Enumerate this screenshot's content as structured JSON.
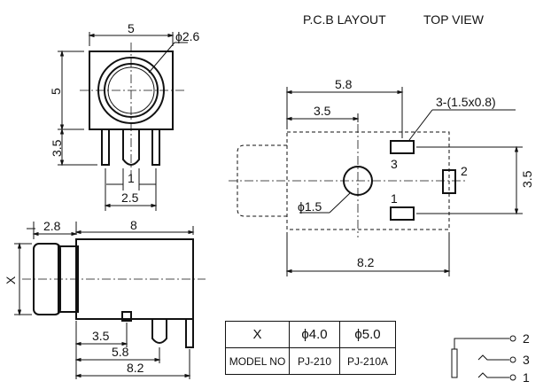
{
  "header": {
    "title": "P.C.B LAYOUT",
    "view": "TOP VIEW"
  },
  "front_view": {
    "width": "5",
    "hole_dia": "ϕ2.6",
    "height": "5",
    "pin_height": "3.5",
    "pin_w": "1",
    "pin_spacing": "2.5"
  },
  "side_view": {
    "x_label": "X",
    "nose": "2.8",
    "body_len": "8",
    "pin_offset": "3.5",
    "pin2": "5.8",
    "total": "8.2"
  },
  "pcb_layout": {
    "dim_top": "5.8",
    "dim_mid": "3.5",
    "pad_label": "3-(1.5x0.8)",
    "hole_dia": "ϕ1.5",
    "height": "3.5",
    "total": "8.2",
    "pins": [
      "3",
      "2",
      "1"
    ]
  },
  "table": {
    "row1": [
      "X",
      "ϕ4.0",
      "ϕ5.0"
    ],
    "row2": [
      "MODEL NO",
      "PJ-210",
      "PJ-210A"
    ]
  },
  "schematic": {
    "pins": [
      "2",
      "3",
      "1"
    ]
  }
}
